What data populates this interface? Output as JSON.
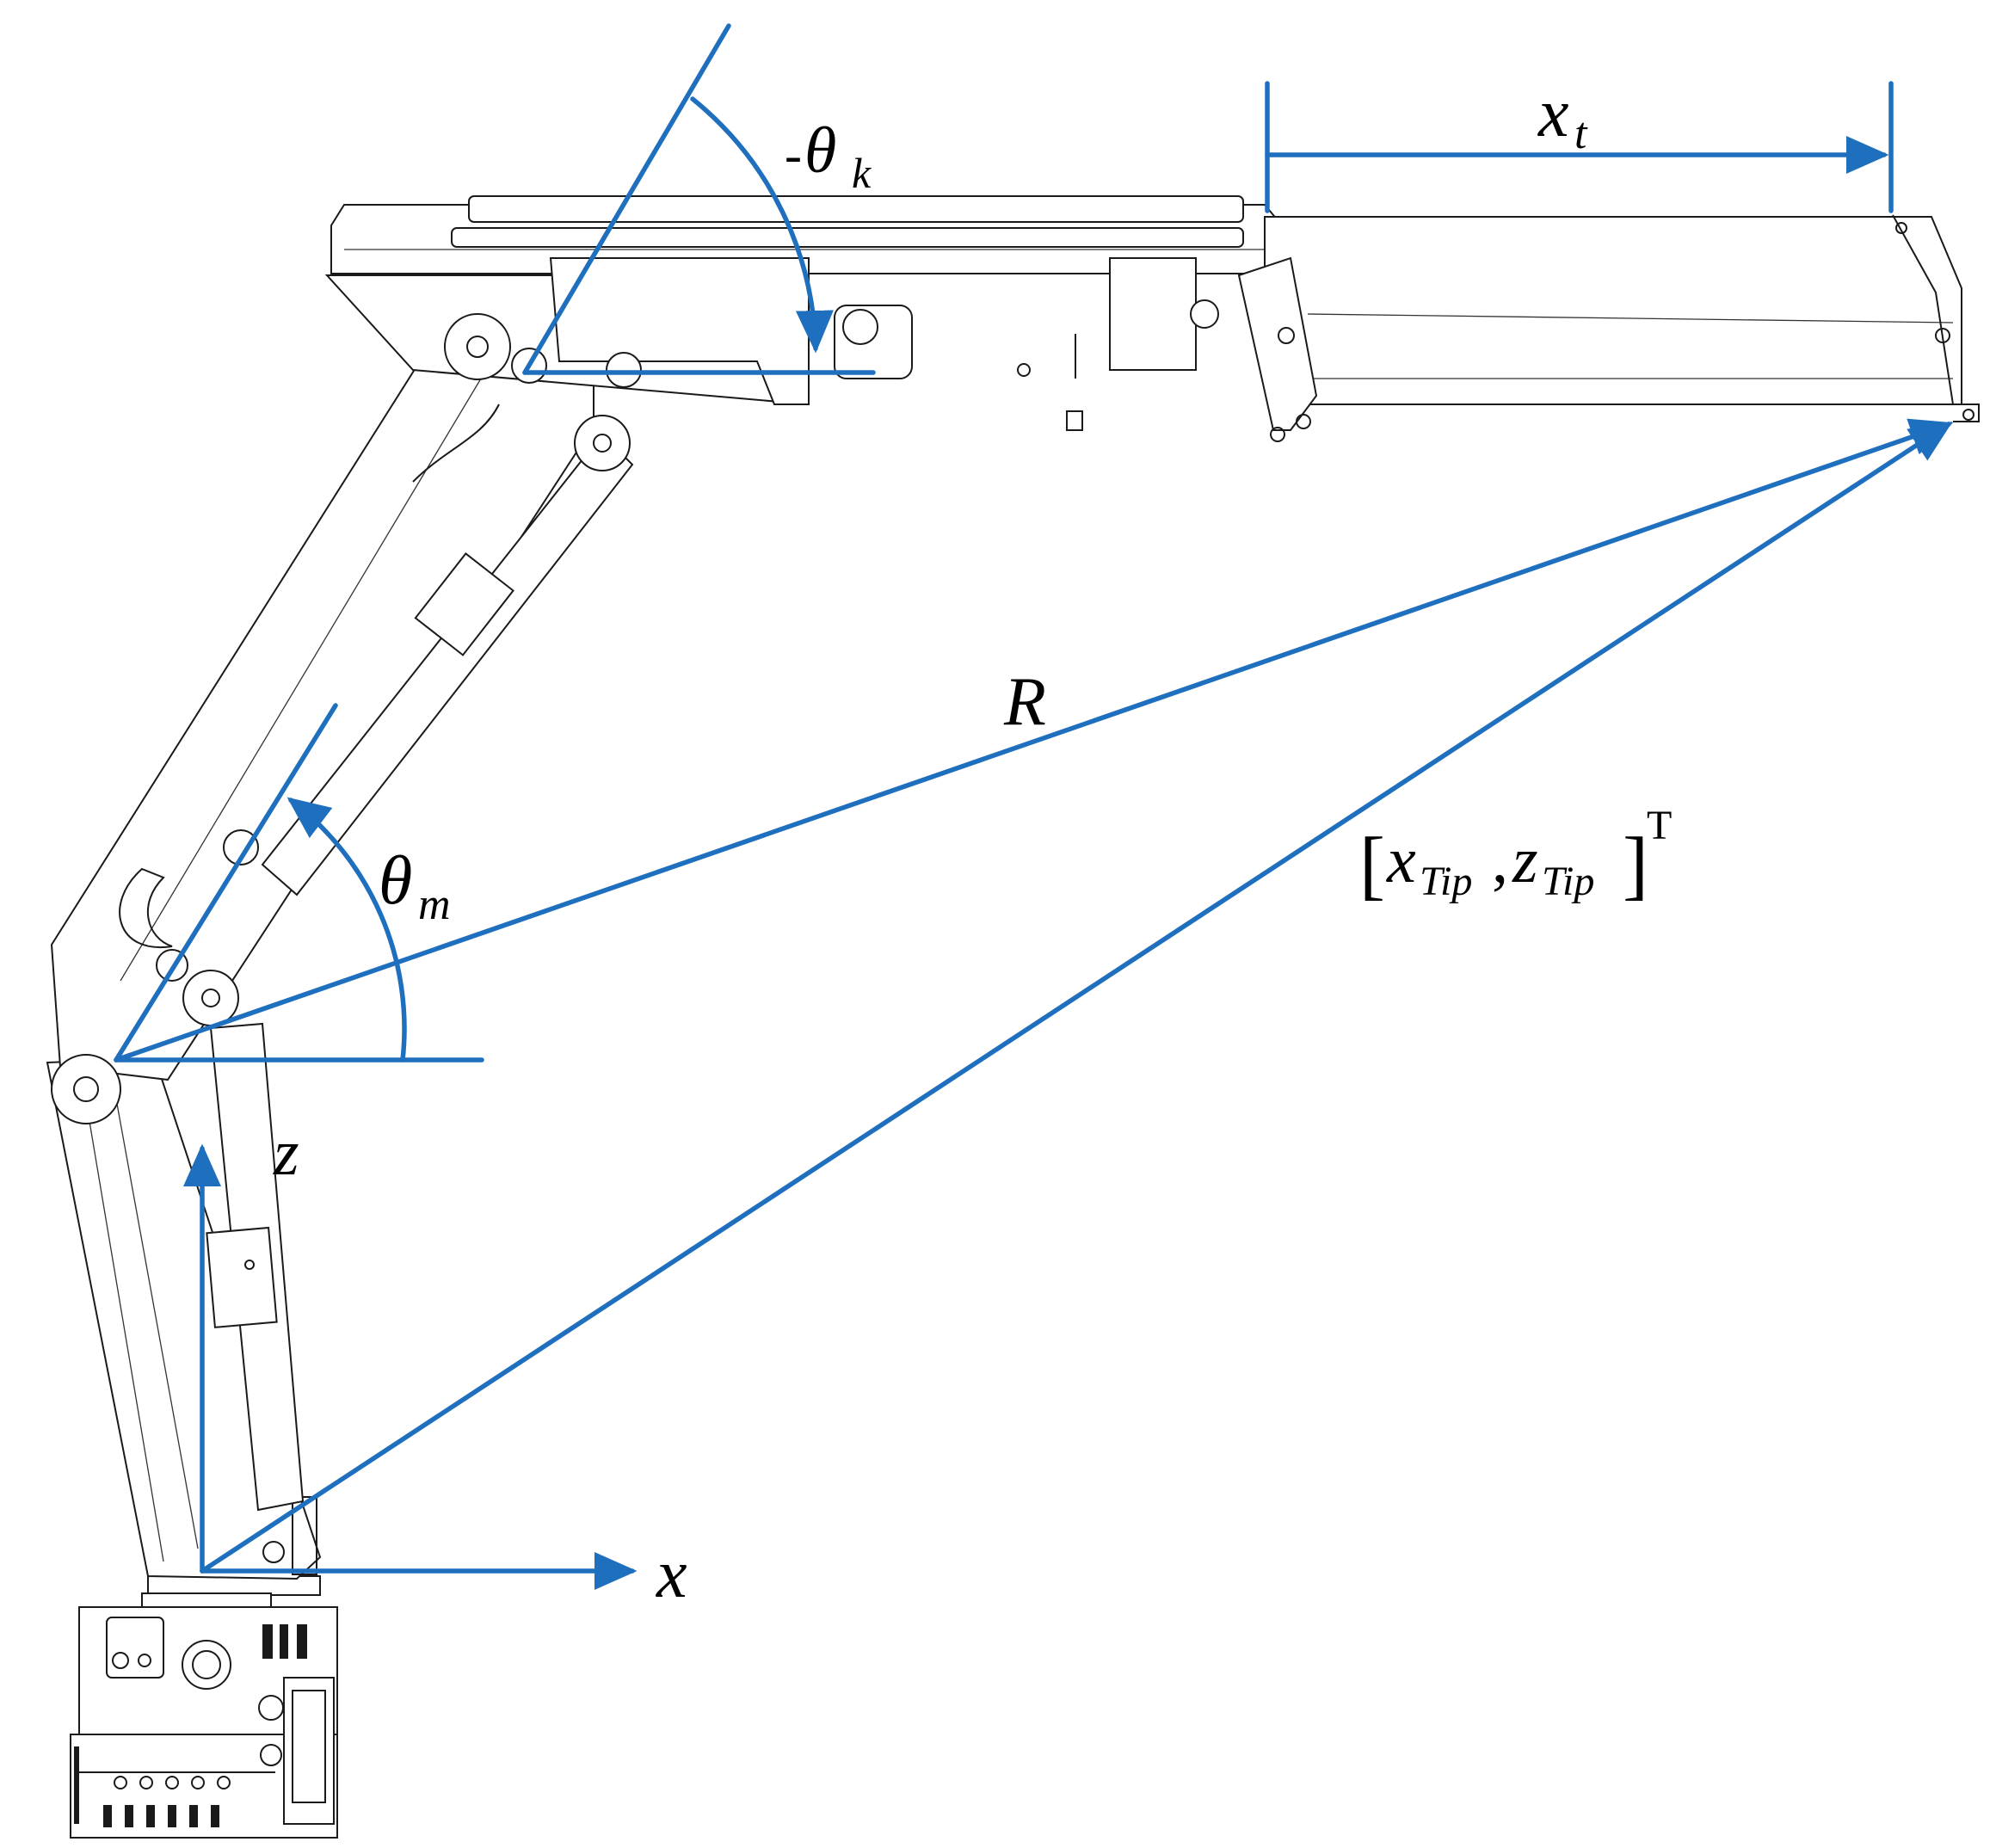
{
  "labels": {
    "theta_k_sign": "-",
    "theta_k_symbol": "θ",
    "theta_k_sub": "k",
    "x_t_symbol": "x",
    "x_t_sub": "t",
    "R": "R",
    "theta_m_symbol": "θ",
    "theta_m_sub": "m",
    "tip_open": "[",
    "tip_x": "x",
    "tip_x_sub": "Tip",
    "tip_comma": ",",
    "tip_z": "z",
    "tip_z_sub": "Tip",
    "tip_close": "]",
    "tip_transpose": "T",
    "z_axis": "z",
    "x_axis": "x"
  },
  "colors": {
    "annotation_blue": "#1f6fbf",
    "drawing_black": "#1a1a1a"
  }
}
